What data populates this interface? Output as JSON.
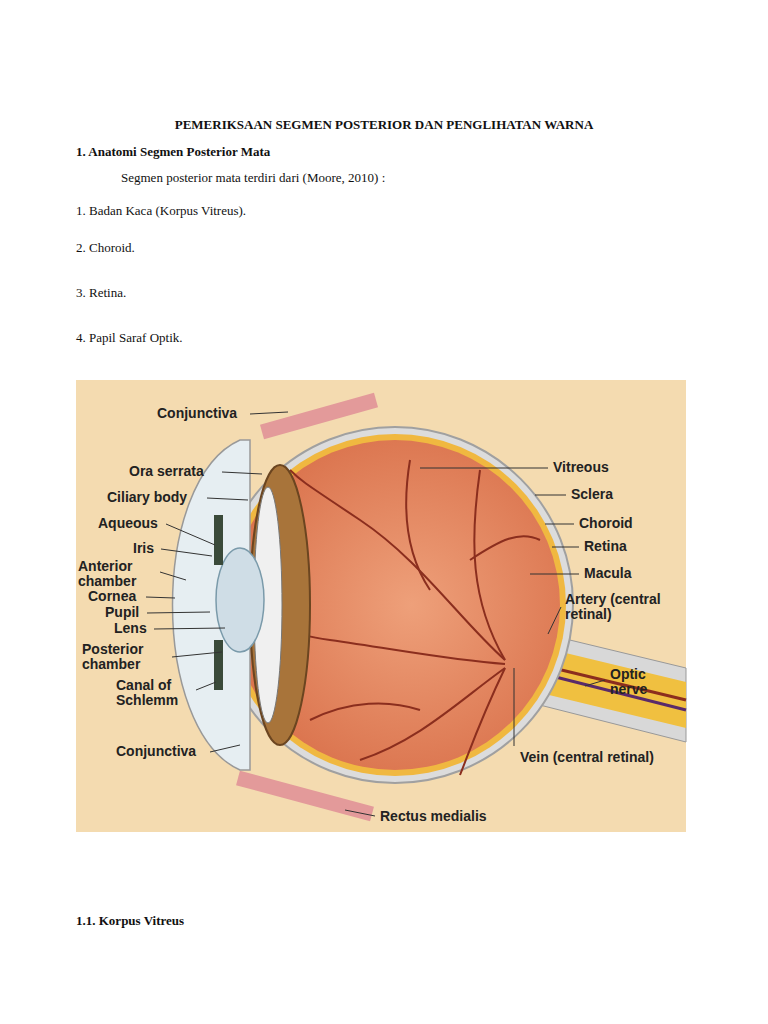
{
  "diagram": {
    "title": "PEMERIKSAAN SEGMEN POSTERIOR DAN PENGLIHATAN WARNA",
    "labels": [
      "1. Anatomi Segmen Posterior Mata",
      "Segmen posterior mata terdiri dari (Moore, 2010) :",
      "1. Badan Kaca (Korpus Vitreus).",
      "2. Choroid.",
      "3. Retina.",
      "4. Papil Saraf Optik.",
      "Conjunctiva",
      "Ora serrata",
      "Ciliary body",
      "Aqueous",
      "Iris",
      "Anterior chamber",
      "Cornea",
      "Pupil",
      "Lens",
      "Posterior chamber",
      "Canal of Schlemm",
      "Conjunctiva",
      "Vitreous",
      "Sclera",
      "Choroid",
      "Retina",
      "Macula",
      "Artery (central retinal)",
      "Optic nerve",
      "Vein (central retinal)",
      "Rectus medialis",
      "1.1. Korpus Vitreus"
    ]
  }
}
